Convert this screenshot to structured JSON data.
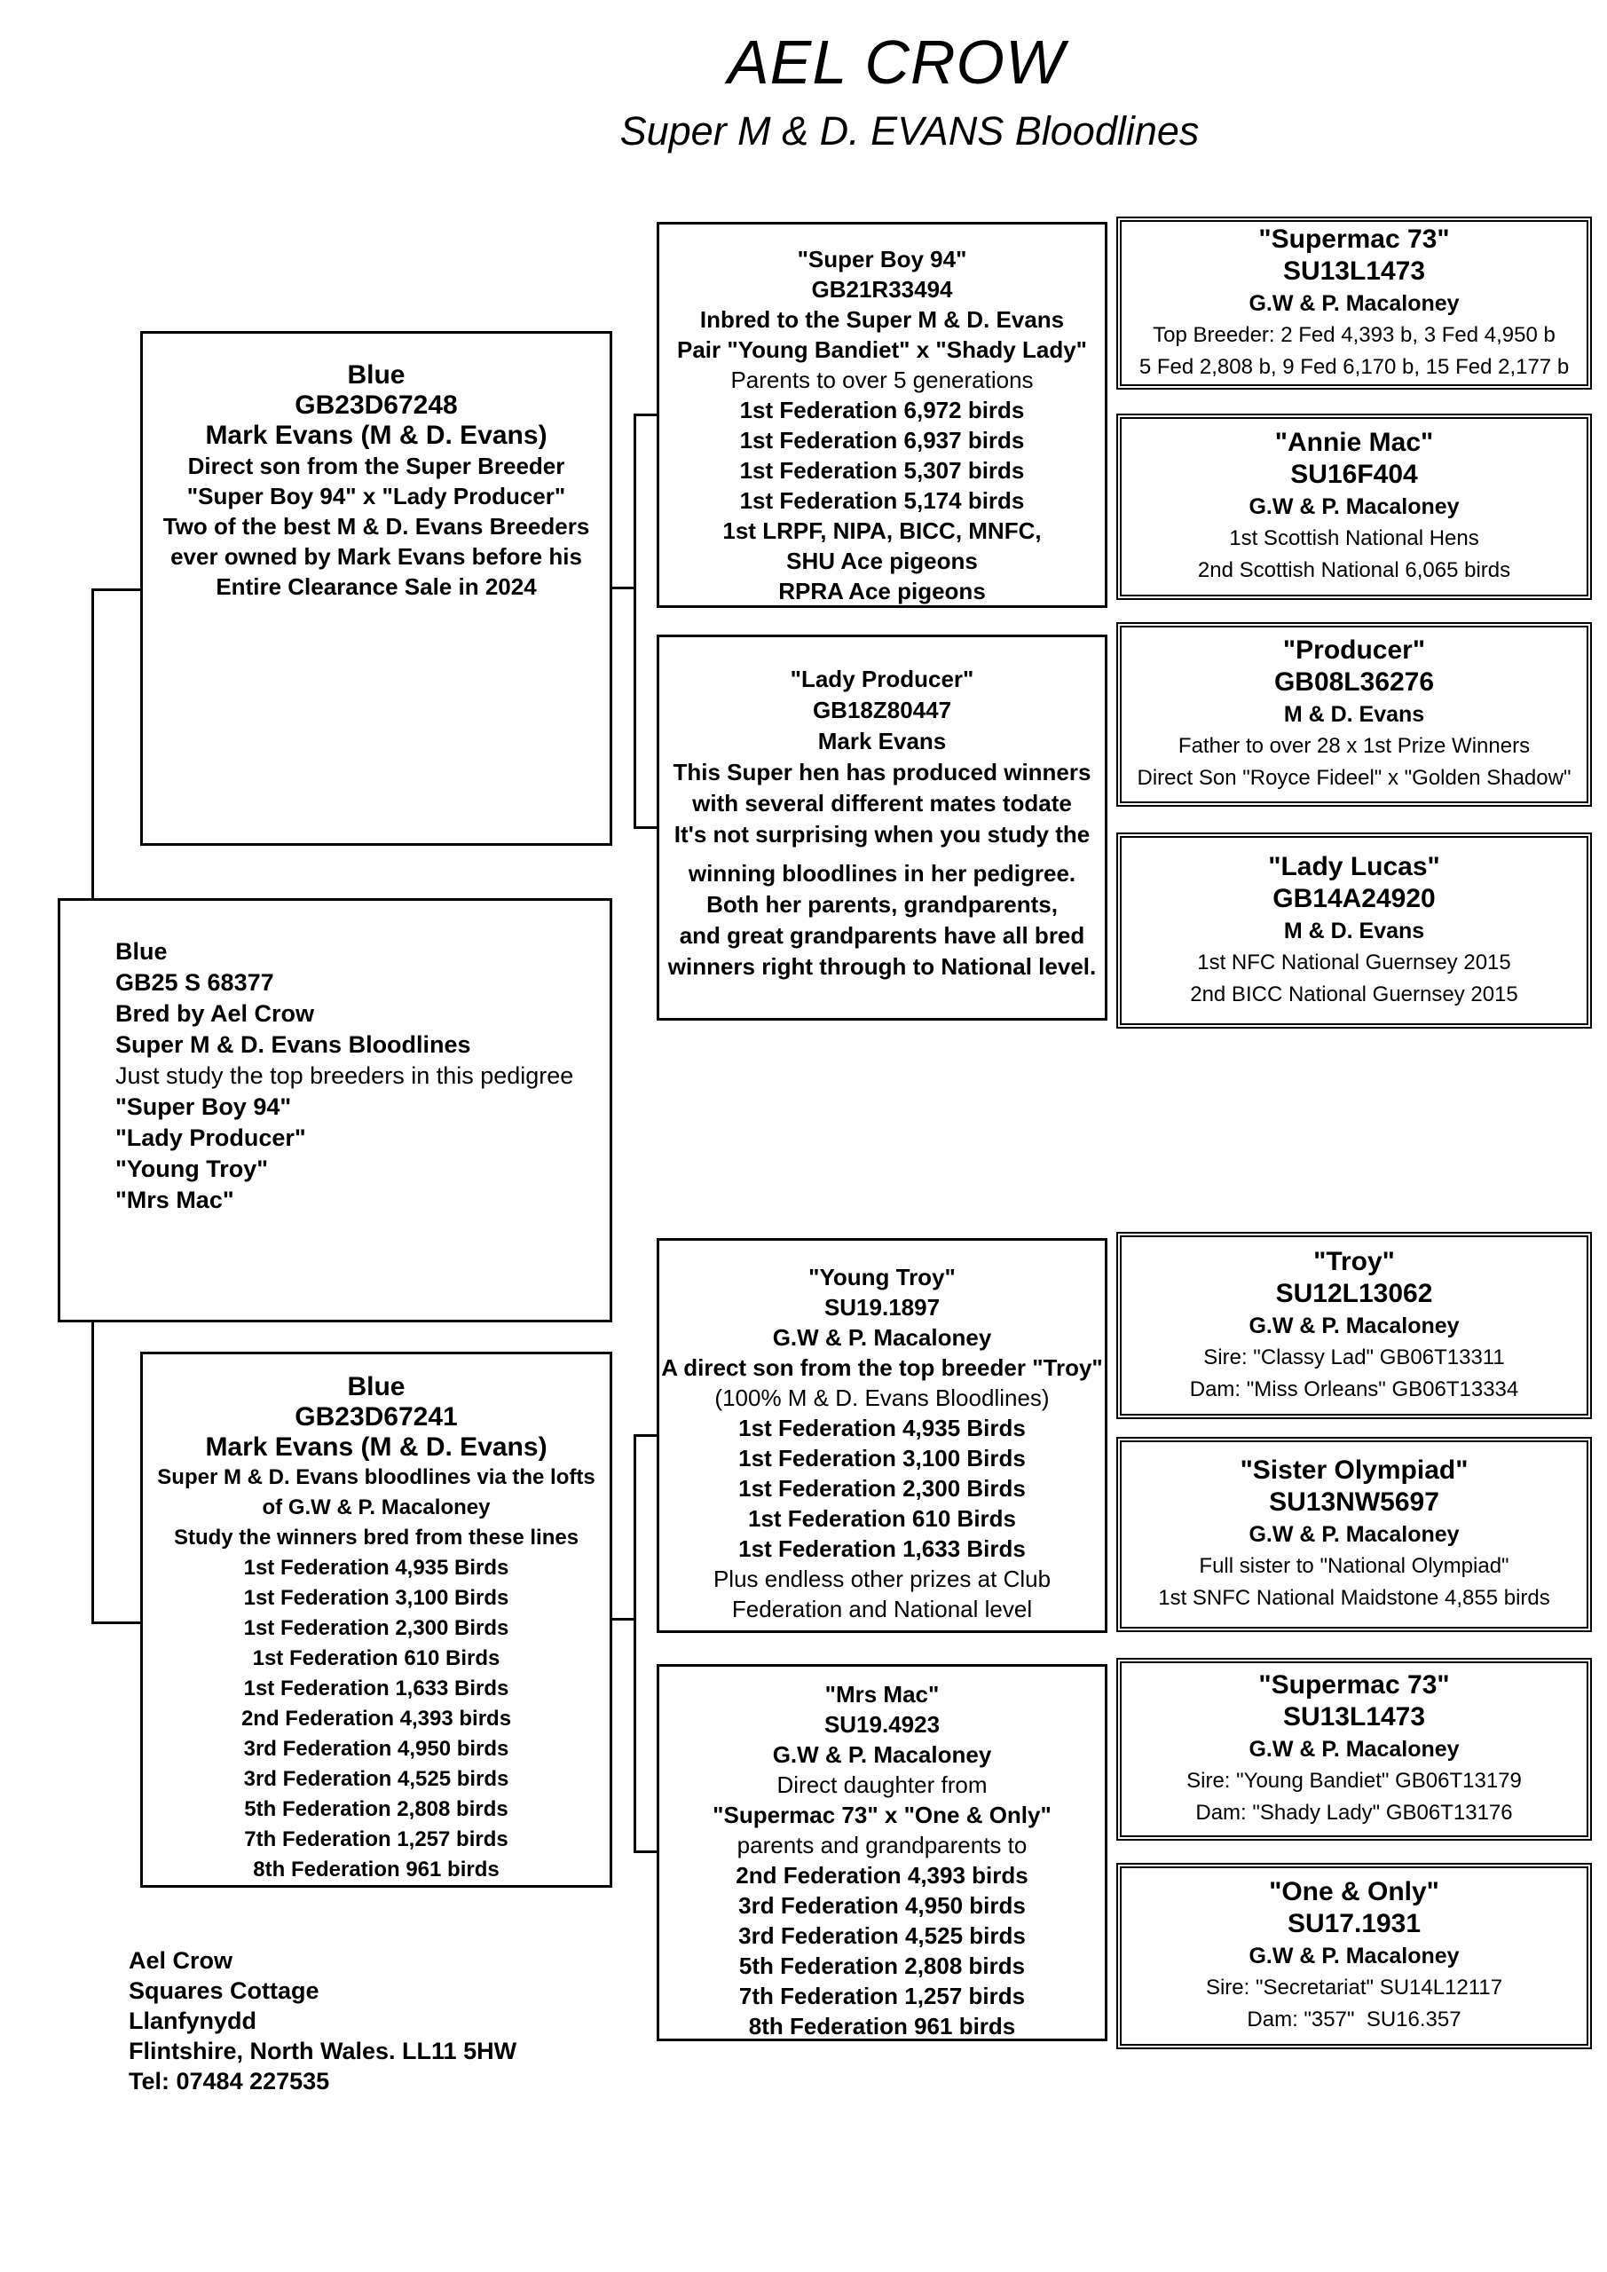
{
  "title": "AEL CROW",
  "subtitle": "Super M & D. EVANS Bloodlines",
  "boxes": {
    "subject": {
      "label": "subject-bird",
      "lines": [
        {
          "t": "Blue",
          "st": "h"
        },
        {
          "t": "GB25 S 68377",
          "st": "h"
        },
        {
          "t": "Bred by Ael Crow",
          "st": "h"
        },
        {
          "t": "Super M & D. Evans Bloodlines",
          "st": "h"
        },
        {
          "t": "Just study the top breeders in this pedigree",
          "st": "r"
        },
        {
          "t": "\"Super Boy 94\"",
          "st": "h"
        },
        {
          "t": "\"Lady Producer\"",
          "st": "h"
        },
        {
          "t": "\"Young Troy\"",
          "st": "h"
        },
        {
          "t": "\"Mrs Mac\"",
          "st": "h"
        }
      ]
    },
    "sire": {
      "label": "sire",
      "lines": [
        {
          "t": "Blue",
          "st": "h"
        },
        {
          "t": "GB23D67248",
          "st": "h"
        },
        {
          "t": "Mark Evans (M & D. Evans)",
          "st": "h"
        },
        {
          "t": "Direct son from the Super Breeder",
          "st": "b"
        },
        {
          "t": "\"Super Boy 94\" x \"Lady Producer\"",
          "st": "b"
        },
        {
          "t": "Two of the best M & D. Evans Breeders",
          "st": "b"
        },
        {
          "t": "ever owned by Mark Evans before his",
          "st": "b"
        },
        {
          "t": "Entire Clearance Sale in 2024",
          "st": "b"
        }
      ]
    },
    "dam": {
      "label": "dam",
      "lines": [
        {
          "t": "Blue",
          "st": "h"
        },
        {
          "t": "GB23D67241",
          "st": "h"
        },
        {
          "t": "Mark Evans (M & D. Evans)",
          "st": "h"
        },
        {
          "t": "Super M & D. Evans bloodlines via the lofts",
          "st": "b"
        },
        {
          "t": "of G.W & P. Macaloney",
          "st": "b"
        },
        {
          "t": "Study the winners bred from these lines",
          "st": "b"
        },
        {
          "t": "1st Federation 4,935 Birds",
          "st": "b"
        },
        {
          "t": "1st Federation 3,100 Birds",
          "st": "b"
        },
        {
          "t": "1st Federation 2,300 Birds",
          "st": "b"
        },
        {
          "t": "1st Federation 610 Birds",
          "st": "b"
        },
        {
          "t": "1st Federation 1,633 Birds",
          "st": "b"
        },
        {
          "t": "2nd Federation 4,393 birds",
          "st": "b"
        },
        {
          "t": "3rd Federation 4,950 birds",
          "st": "b"
        },
        {
          "t": "3rd Federation 4,525 birds",
          "st": "b"
        },
        {
          "t": "5th Federation 2,808 birds",
          "st": "b"
        },
        {
          "t": "7th Federation 1,257 birds",
          "st": "b"
        },
        {
          "t": "8th Federation 961 birds",
          "st": "b"
        }
      ]
    },
    "superboy": {
      "label": "sire-sire",
      "lines": [
        {
          "t": "\"Super Boy 94\"",
          "st": "h"
        },
        {
          "t": "GB21R33494",
          "st": "h"
        },
        {
          "t": "Inbred to the Super M & D. Evans",
          "st": "b"
        },
        {
          "t": "Pair \"Young Bandiet\" x \"Shady Lady\"",
          "st": "b"
        },
        {
          "t": "Parents to over 5 generations",
          "st": "r"
        },
        {
          "t": "1st Federation 6,972 birds",
          "st": "b"
        },
        {
          "t": "1st Federation 6,937 birds",
          "st": "b"
        },
        {
          "t": "1st Federation 5,307 birds",
          "st": "b"
        },
        {
          "t": "1st Federation 5,174 birds",
          "st": "b"
        },
        {
          "t": "1st LRPF, NIPA, BICC, MNFC,",
          "st": "b"
        },
        {
          "t": "SHU Ace pigeons",
          "st": "b"
        },
        {
          "t": "RPRA Ace pigeons",
          "st": "b"
        }
      ]
    },
    "ladyproducer": {
      "label": "sire-dam",
      "lines": [
        {
          "t": "\"Lady Producer\"",
          "st": "h"
        },
        {
          "t": "GB18Z80447",
          "st": "h"
        },
        {
          "t": "Mark Evans",
          "st": "o"
        },
        {
          "t": "This Super hen has produced winners",
          "st": "b"
        },
        {
          "t": "with several different mates todate",
          "st": "b"
        },
        {
          "t": "It's not surprising when you study the",
          "st": "b"
        },
        {
          "t": "winning bloodlines in her pedigree.",
          "st": "b",
          "gap": true
        },
        {
          "t": "Both her parents, grandparents,",
          "st": "b"
        },
        {
          "t": "and great grandparents have all bred",
          "st": "b"
        },
        {
          "t": "winners right through to National level.",
          "st": "b"
        }
      ]
    },
    "youngtroy": {
      "label": "dam-sire",
      "lines": [
        {
          "t": "\"Young Troy\"",
          "st": "h"
        },
        {
          "t": "SU19.1897",
          "st": "h"
        },
        {
          "t": "G.W & P. Macaloney",
          "st": "o"
        },
        {
          "t": "A direct son from the top breeder \"Troy\"",
          "st": "b"
        },
        {
          "t": "(100% M & D. Evans Bloodlines)",
          "st": "r"
        },
        {
          "t": "1st Federation 4,935 Birds",
          "st": "b"
        },
        {
          "t": "1st Federation 3,100 Birds",
          "st": "b"
        },
        {
          "t": "1st Federation 2,300 Birds",
          "st": "b"
        },
        {
          "t": "1st Federation 610 Birds",
          "st": "b"
        },
        {
          "t": "1st Federation 1,633 Birds",
          "st": "b"
        },
        {
          "t": "Plus endless other prizes at Club",
          "st": "r"
        },
        {
          "t": "Federation and National level",
          "st": "r"
        }
      ]
    },
    "mrsmac": {
      "label": "dam-dam",
      "lines": [
        {
          "t": "\"Mrs Mac\"",
          "st": "h"
        },
        {
          "t": "SU19.4923",
          "st": "h"
        },
        {
          "t": "G.W & P. Macaloney",
          "st": "o"
        },
        {
          "t": "Direct daughter from",
          "st": "r"
        },
        {
          "t": "\"Supermac 73\" x \"One & Only\"",
          "st": "b"
        },
        {
          "t": "parents and grandparents to",
          "st": "r"
        },
        {
          "t": "2nd Federation 4,393 birds",
          "st": "b"
        },
        {
          "t": "3rd Federation 4,950 birds",
          "st": "b"
        },
        {
          "t": "3rd Federation 4,525 birds",
          "st": "b"
        },
        {
          "t": "5th Federation 2,808 birds",
          "st": "b"
        },
        {
          "t": "7th Federation 1,257 birds",
          "st": "b"
        },
        {
          "t": "8th Federation 961 birds",
          "st": "b"
        }
      ]
    },
    "supermac_top": {
      "label": "sire-sire-sire",
      "lines": [
        {
          "t": "\"Supermac 73\"",
          "st": "h"
        },
        {
          "t": "SU13L1473",
          "st": "h"
        },
        {
          "t": "G.W & P. Macaloney",
          "st": "o"
        },
        {
          "t": "Top Breeder: 2 Fed 4,393 b, 3 Fed 4,950 b",
          "st": "r"
        },
        {
          "t": "5 Fed 2,808 b, 9 Fed 6,170 b, 15 Fed 2,177 b",
          "st": "r"
        }
      ]
    },
    "anniemac": {
      "label": "sire-sire-dam",
      "lines": [
        {
          "t": "\"Annie Mac\"",
          "st": "h"
        },
        {
          "t": "SU16F404",
          "st": "h"
        },
        {
          "t": "G.W & P. Macaloney",
          "st": "o"
        },
        {
          "t": "1st Scottish National Hens",
          "st": "r"
        },
        {
          "t": "2nd Scottish National 6,065 birds",
          "st": "r"
        }
      ]
    },
    "producer": {
      "label": "sire-dam-sire",
      "lines": [
        {
          "t": "\"Producer\"",
          "st": "h"
        },
        {
          "t": "GB08L36276",
          "st": "h"
        },
        {
          "t": "M & D. Evans",
          "st": "o"
        },
        {
          "t": "Father to over 28 x 1st Prize Winners",
          "st": "r"
        },
        {
          "t": "Direct Son \"Royce Fideel\" x \"Golden Shadow\"",
          "st": "r"
        }
      ]
    },
    "ladylucas": {
      "label": "sire-dam-dam",
      "lines": [
        {
          "t": "\"Lady Lucas\"",
          "st": "h"
        },
        {
          "t": "GB14A24920",
          "st": "h"
        },
        {
          "t": "M & D. Evans",
          "st": "o"
        },
        {
          "t": "1st NFC National Guernsey 2015",
          "st": "r"
        },
        {
          "t": "2nd BICC National Guernsey 2015",
          "st": "r"
        }
      ]
    },
    "troy": {
      "label": "dam-sire-sire",
      "lines": [
        {
          "t": "\"Troy\"",
          "st": "h"
        },
        {
          "t": "SU12L13062",
          "st": "h"
        },
        {
          "t": "G.W & P. Macaloney",
          "st": "o"
        },
        {
          "t": "Sire: \"Classy Lad\" GB06T13311",
          "st": "r"
        },
        {
          "t": "Dam: \"Miss Orleans\" GB06T13334",
          "st": "r"
        }
      ]
    },
    "sisterolympiad": {
      "label": "dam-sire-dam",
      "lines": [
        {
          "t": "\"Sister Olympiad\"",
          "st": "h"
        },
        {
          "t": "SU13NW5697",
          "st": "h"
        },
        {
          "t": "G.W & P. Macaloney",
          "st": "o"
        },
        {
          "t": "Full sister to \"National Olympiad\"",
          "st": "r"
        },
        {
          "t": "1st SNFC National Maidstone 4,855 birds",
          "st": "r"
        }
      ]
    },
    "supermac_bottom": {
      "label": "dam-dam-sire",
      "lines": [
        {
          "t": "\"Supermac 73\"",
          "st": "h"
        },
        {
          "t": "SU13L1473",
          "st": "h"
        },
        {
          "t": "G.W & P. Macaloney",
          "st": "o"
        },
        {
          "t": "Sire: \"Young Bandiet\" GB06T13179",
          "st": "r"
        },
        {
          "t": "Dam: \"Shady Lady\" GB06T13176",
          "st": "r"
        }
      ]
    },
    "oneandonly": {
      "label": "dam-dam-dam",
      "lines": [
        {
          "t": "\"One & Only\"",
          "st": "h"
        },
        {
          "t": "SU17.1931",
          "st": "h"
        },
        {
          "t": "G.W & P. Macaloney",
          "st": "o"
        },
        {
          "t": "Sire: \"Secretariat\" SU14L12117",
          "st": "r"
        },
        {
          "t": "Dam: \"357\"  SU16.357",
          "st": "r"
        }
      ]
    },
    "address": {
      "label": "breeder-address",
      "lines": [
        {
          "t": "Ael Crow",
          "st": "h"
        },
        {
          "t": "Squares Cottage",
          "st": "h"
        },
        {
          "t": "Llanfynydd",
          "st": "h"
        },
        {
          "t": "Flintshire, North Wales. LL11 5HW",
          "st": "h"
        },
        {
          "t": "Tel: 07484 227535",
          "st": "h"
        }
      ]
    }
  }
}
